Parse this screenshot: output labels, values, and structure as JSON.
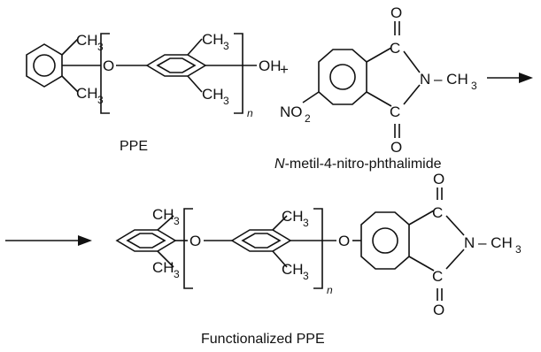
{
  "atoms": {
    "o": "O",
    "oh": "OH",
    "n": "N",
    "ch3_minus": "– CH",
    "ch": "CH",
    "no": "NO",
    "c": "C",
    "plus": "+"
  },
  "subscripts": {
    "three": "3",
    "two": "2",
    "n": "n"
  },
  "captions": {
    "ppe": "PPE",
    "reagent_italic": "N",
    "reagent_rest": "-metil-4-nitro-phthalimide",
    "product": "Functionalized PPE"
  },
  "colors": {
    "ink": "#111111",
    "background": "#ffffff"
  }
}
